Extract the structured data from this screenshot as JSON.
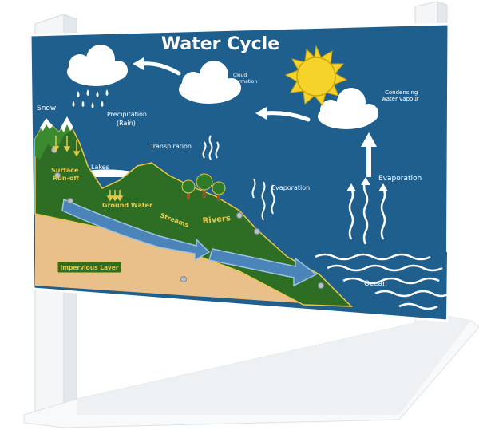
{
  "title": "Water Cycle",
  "labels": {
    "snow": "Snow",
    "precipitation": "Precipitation",
    "rain": "(Rain)",
    "cloud_formation_1": "Cloud",
    "cloud_formation_2": "Formation",
    "condensing_1": "Condensing",
    "condensing_2": "water vapour",
    "transpiration": "Transpiration",
    "evaporation_land": "Evaporation",
    "evaporation_sea": "Evaporation",
    "lakes": "Lakes",
    "surface_runoff_1": "Surface",
    "surface_runoff_2": "Run-off",
    "ground_water": "Ground Water",
    "streams": "Streams",
    "rivers": "Rivers",
    "ocean": "Ocean",
    "impervious_layer": "Impervious Layer"
  },
  "colors": {
    "board_blue": "#1f5f8e",
    "hill_green": "#2e6e24",
    "sand": "#e9c08a",
    "river": "#4a84b8",
    "sun": "#f6d32a",
    "text_yellow": "#e8c84a"
  }
}
